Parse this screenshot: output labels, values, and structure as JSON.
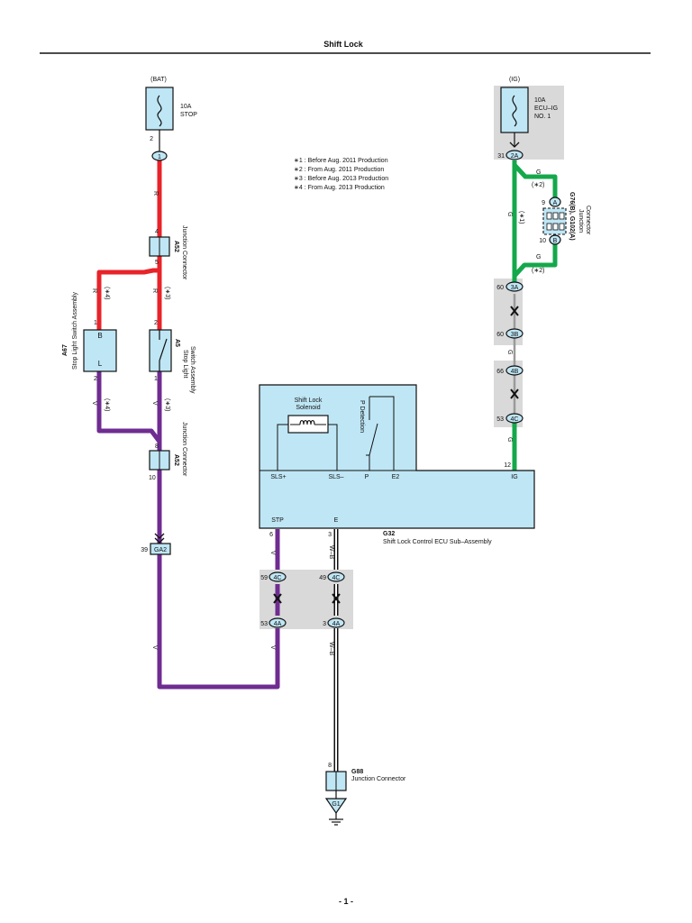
{
  "title": "Shift Lock",
  "page_number": "- 1 -",
  "legend": [
    "∗1 : Before Aug. 2011 Production",
    "∗2 : From Aug. 2011 Production",
    "∗3 : Before Aug. 2013 Production",
    "∗4 : From Aug. 2013 Production"
  ],
  "colors": {
    "red": "#e8232a",
    "green": "#14a84b",
    "purple": "#6f2c91",
    "gray": "#9a9a9a",
    "box_blue": "#bfe6f5",
    "shade": "#d9d9d9"
  },
  "fuses": {
    "bat": {
      "source": "(BAT)",
      "rating": "10A",
      "name": "STOP",
      "pin": "2",
      "term": "1"
    },
    "ig": {
      "source": "(IG)",
      "rating": "10A",
      "name_1": "ECU–IG",
      "name_2": "NO. 1",
      "pin": "31",
      "term": "2A"
    }
  },
  "wires": {
    "red": "R",
    "purple": "V",
    "green": "G",
    "wb": "W–B"
  },
  "notes": {
    "n1": "(∗1)",
    "n2": "(∗2)",
    "n3": "(∗3)",
    "n4": "(∗4)"
  },
  "jc_a52_top": {
    "code": "A52",
    "name": "Junction Connector",
    "pin_top": "4",
    "pin_bottom": "5"
  },
  "jc_a52_bottom": {
    "code": "A52",
    "name": "Junction Connector",
    "pin_top": "8",
    "pin_bottom": "10"
  },
  "a67": {
    "code": "A67",
    "name": "Stop Light Switch Assembly",
    "term_b": "B",
    "term_l": "L",
    "pin_top": "1",
    "pin_bottom": "2"
  },
  "a5": {
    "code": "A5",
    "name_1": "Stop Light",
    "name_2": "Switch Assembly",
    "pin_top": "2",
    "pin_bottom": "1"
  },
  "g76": {
    "code": "G76(B), G102(A)",
    "name_1": "Junction",
    "name_2": "Connector",
    "term_a": "A",
    "term_b": "B",
    "pin_a": "9",
    "pin_b": "10"
  },
  "ig_chain": [
    {
      "pin": "60",
      "term": "3A"
    },
    {
      "pin": "60",
      "term": "3B"
    },
    {
      "pin": "66",
      "term": "4B"
    },
    {
      "pin": "53",
      "term": "4C"
    }
  ],
  "ecu": {
    "code": "G32",
    "name": "Shift Lock Control ECU Sub–Assembly",
    "solenoid_1": "Shift Lock",
    "solenoid_2": "Solenoid",
    "p_detection": "P Detection",
    "terms": {
      "sls_plus": "SLS+",
      "sls_minus": "SLS–",
      "p": "P",
      "e2": "E2",
      "ig": "IG",
      "stp": "STP",
      "e": "E"
    },
    "pins": {
      "ig": "12",
      "stp": "6",
      "e": "3"
    }
  },
  "ga2": {
    "pin": "39",
    "term": "GA2"
  },
  "bottom_chain": {
    "stp_1": {
      "pin": "59",
      "term": "4C"
    },
    "stp_2": {
      "pin": "53",
      "term": "4A"
    },
    "e_1": {
      "pin": "49",
      "term": "4C"
    },
    "e_2": {
      "pin": "3",
      "term": "4A"
    }
  },
  "g88": {
    "code": "G88",
    "name": "Junction Connector",
    "pin": "8"
  },
  "ground": {
    "term": "G1"
  }
}
